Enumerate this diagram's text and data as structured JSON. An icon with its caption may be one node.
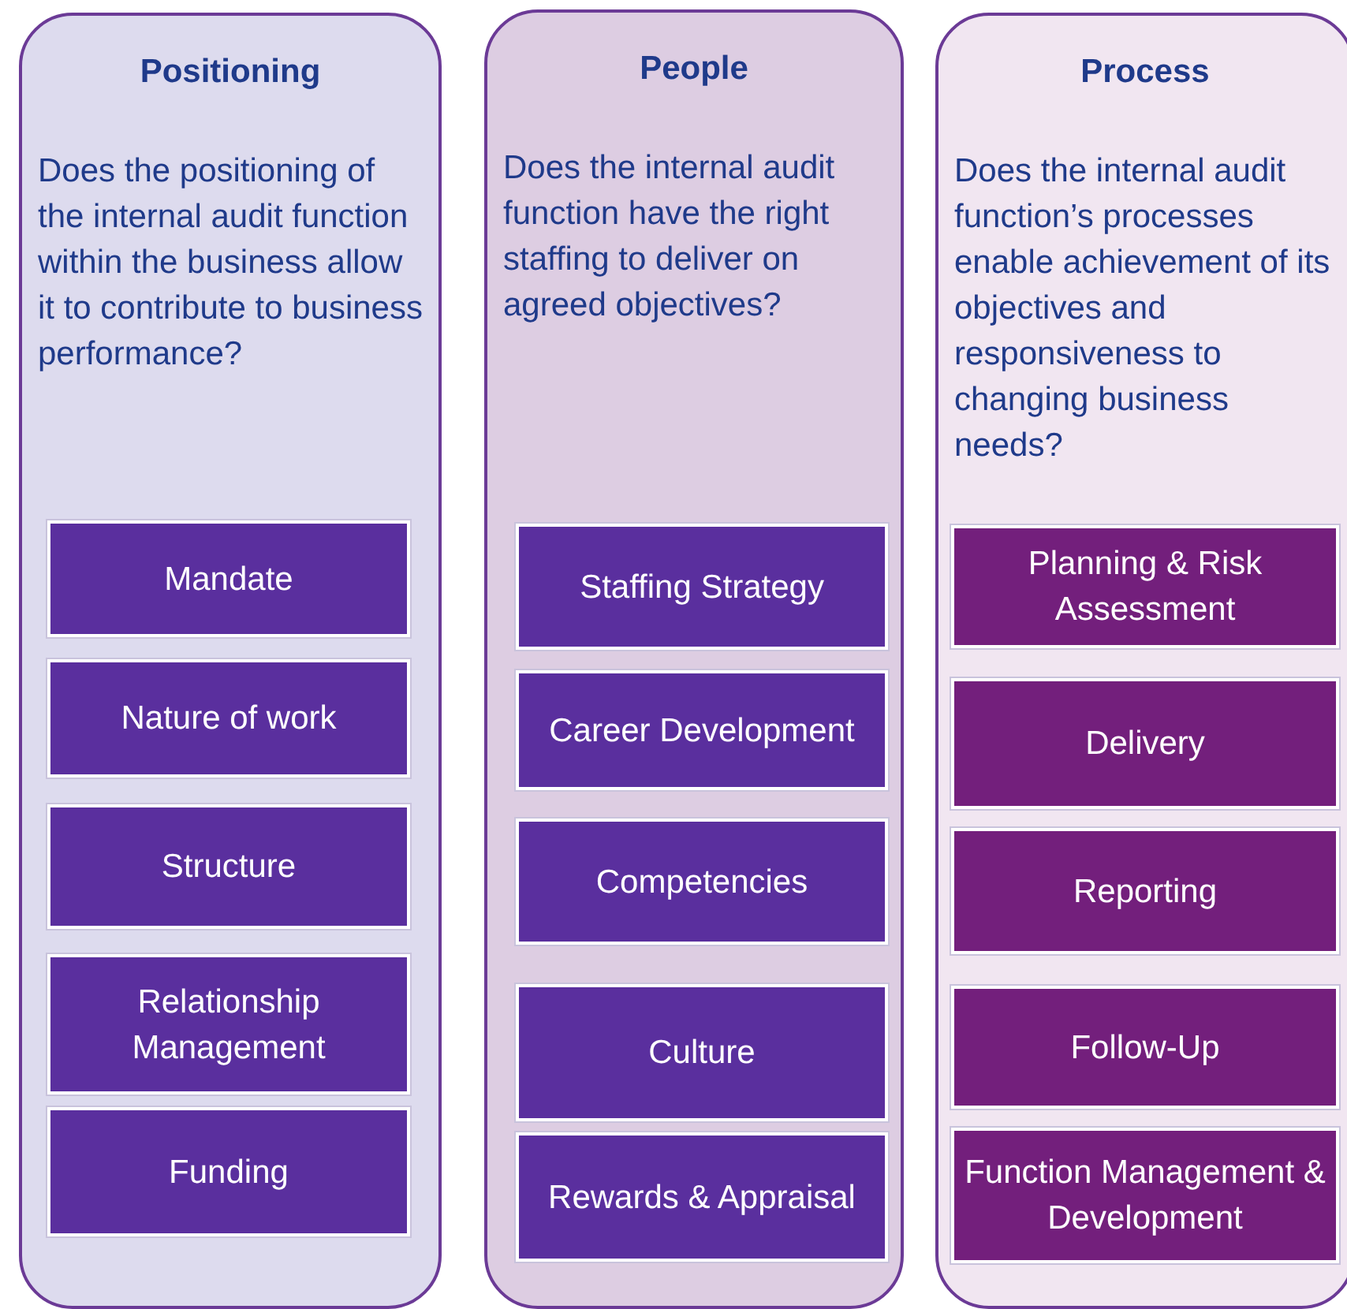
{
  "diagram": {
    "nodes": [
      {
        "text": [
          "Positioning",
          "Does the positioning of the internal audit function within the business allow it to contribute to business performance?"
        ]
      },
      {
        "text": [
          "Mandate"
        ],
        "in": 0
      },
      {
        "text": [
          "Nature of work"
        ],
        "in": 0
      },
      {
        "text": [
          "Structure"
        ],
        "in": 0
      },
      {
        "text": [
          "Relationship Management"
        ],
        "in": 0
      },
      {
        "text": [
          "Funding"
        ],
        "in": 0
      },
      {
        "text": [
          "People",
          "Does the internal audit function have the right staffing to deliver on agreed objectives?"
        ]
      },
      {
        "text": [
          "Staffing Strategy"
        ],
        "in": 6
      },
      {
        "text": [
          "Career Development"
        ],
        "in": 6
      },
      {
        "text": [
          "Competencies"
        ],
        "in": 6
      },
      {
        "text": [
          "Culture"
        ],
        "in": 6
      },
      {
        "text": [
          "Rewards & Appraisal"
        ],
        "in": 6
      },
      {
        "text": [
          "Process",
          "Does the internal audit function’s processes enable achievement of its objectives and responsiveness to changing business needs?"
        ]
      },
      {
        "text": [
          "Planning & Risk Assessment"
        ],
        "in": 12
      },
      {
        "text": [
          "Delivery"
        ],
        "in": 12
      },
      {
        "text": [
          "Reporting"
        ],
        "in": 12
      },
      {
        "text": [
          "Follow-Up"
        ],
        "in": 12
      },
      {
        "text": [
          "Function Management & Development"
        ],
        "in": 12
      }
    ],
    "edges": []
  }
}
